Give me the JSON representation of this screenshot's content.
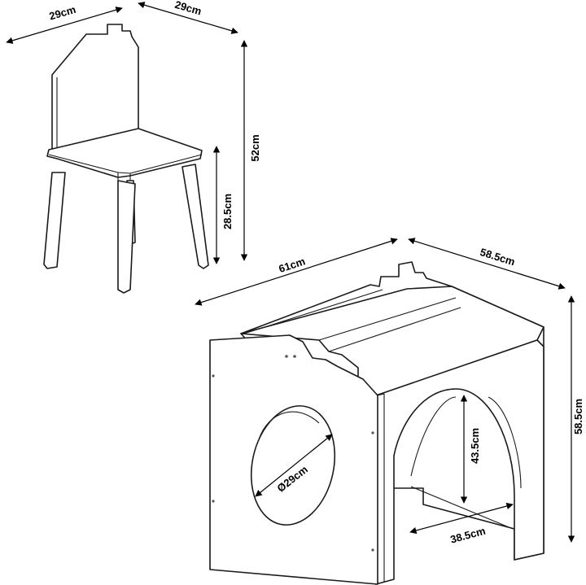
{
  "dimensions": {
    "chair_depth": "29cm",
    "chair_width": "29cm",
    "chair_height": "52cm",
    "chair_seat_height": "28.5cm",
    "table_width": "61cm",
    "table_depth": "58.5cm",
    "table_height": "58.5cm",
    "hole_diameter": "Ø29cm",
    "arch_height": "43.5cm",
    "arch_width": "38.5cm"
  },
  "colors": {
    "line": "#1a1a1a",
    "background": "#ffffff"
  }
}
